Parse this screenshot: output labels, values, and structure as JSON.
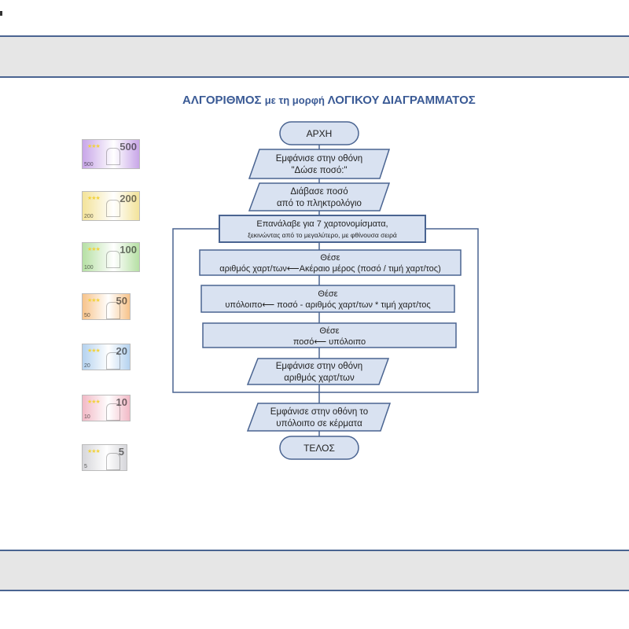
{
  "title": {
    "main": "ΑΛΓΟΡΙΘΜΟΣ",
    "middle": "με τη μορφή",
    "end": "ΛΟΓΙΚΟΥ ΔΙΑΓΡΑΜΜΑΤΟΣ"
  },
  "banknotes": [
    {
      "value": "500",
      "color": "#c8a6e8"
    },
    {
      "value": "200",
      "color": "#f3e39a"
    },
    {
      "value": "100",
      "color": "#b6e0a4"
    },
    {
      "value": "50",
      "color": "#f7c38a"
    },
    {
      "value": "20",
      "color": "#b4d2ef"
    },
    {
      "value": "10",
      "color": "#f2b9c6"
    },
    {
      "value": "5",
      "color": "#d6d6da"
    }
  ],
  "flowchart": {
    "start": "ΑΡΧΗ",
    "output_prompt": [
      "Εμφάνισε στην οθόνη",
      "\"Δώσε ποσό:\""
    ],
    "input_amount": [
      "Διάβασε ποσό",
      "από το πληκτρολόγιο"
    ],
    "loop": [
      "Επανάλαβε για 7 χαρτονομίσματα,",
      "ξεκινώντας από το μεγαλύτερο, με φθίνουσα σειρά"
    ],
    "assign_count": [
      "Θέσε",
      "αριθμός χαρτ/των⟵Ακέραιο μέρος (ποσό / τιμή χαρτ/τος)"
    ],
    "assign_remainder": [
      "Θέσε",
      "υπόλοιπο⟵ ποσό - αριθμός χαρτ/των * τιμή χαρτ/τος"
    ],
    "assign_amount": [
      "Θέσε",
      "ποσό⟵ υπόλοιπο"
    ],
    "output_count": [
      "Εμφάνισε στην οθόνη",
      "αριθμός χαρτ/των"
    ],
    "output_remainder": [
      "Εμφάνισε στην οθόνη το",
      "υπόλοιπο σε κέρματα"
    ],
    "end": "ΤΕΛΟΣ"
  },
  "colors": {
    "shape_fill": "#d9e2f1",
    "shape_stroke": "#4a6491",
    "title": "#3a5a95",
    "band": "#e6e6e6"
  }
}
